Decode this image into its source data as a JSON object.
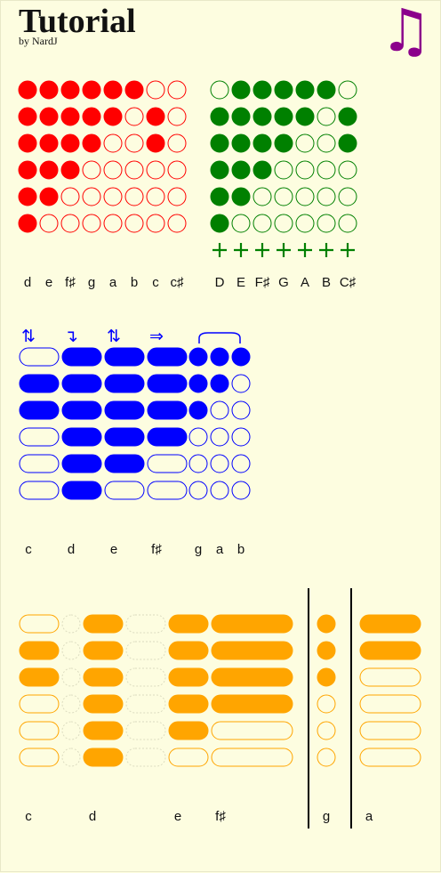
{
  "header": {
    "title": "Tutorial",
    "byline": "by NardJ",
    "icon": "music-notes-icon",
    "icon_glyph": "♫",
    "icon_color": "#8b008b"
  },
  "sections": [
    {
      "id": "red",
      "color": "#ff0000",
      "rows": [
        [
          1,
          1,
          1,
          1,
          1,
          1,
          0,
          0
        ],
        [
          1,
          1,
          1,
          1,
          1,
          0,
          1,
          0
        ],
        [
          1,
          1,
          1,
          1,
          0,
          0,
          1,
          0
        ],
        [
          1,
          1,
          1,
          0,
          0,
          0,
          0,
          0
        ],
        [
          1,
          1,
          0,
          0,
          0,
          0,
          0,
          0
        ],
        [
          1,
          0,
          0,
          0,
          0,
          0,
          0,
          0
        ]
      ],
      "notes": [
        "d",
        "e",
        "f♯",
        "g",
        "a",
        "b",
        "c",
        "c♯"
      ]
    },
    {
      "id": "green",
      "color": "#008000",
      "rows": [
        [
          0,
          1,
          1,
          1,
          1,
          1,
          0
        ],
        [
          1,
          1,
          1,
          1,
          1,
          0,
          1
        ],
        [
          1,
          1,
          1,
          1,
          0,
          0,
          1
        ],
        [
          1,
          1,
          1,
          0,
          0,
          0,
          0
        ],
        [
          1,
          1,
          0,
          0,
          0,
          0,
          0
        ],
        [
          1,
          0,
          0,
          0,
          0,
          0,
          0
        ]
      ],
      "marker": "+",
      "marker_count": 7,
      "notes": [
        "D",
        "E",
        "F♯",
        "G",
        "A",
        "B",
        "C♯"
      ]
    },
    {
      "id": "blue",
      "color": "#0000ff",
      "arrows": [
        "⇅",
        "↴",
        "⇅",
        "⇒"
      ],
      "rows": [
        [
          0,
          1,
          1,
          1,
          1,
          1,
          1
        ],
        [
          1,
          1,
          1,
          1,
          1,
          1,
          0
        ],
        [
          1,
          1,
          1,
          1,
          1,
          0,
          0
        ],
        [
          0,
          1,
          1,
          1,
          0,
          0,
          0
        ],
        [
          0,
          1,
          1,
          0,
          0,
          0,
          0
        ],
        [
          0,
          1,
          0,
          0,
          0,
          0,
          0
        ]
      ],
      "notes": [
        "c",
        "d",
        "e",
        "f♯",
        "g",
        "a",
        "b"
      ]
    },
    {
      "id": "orange",
      "color": "#ffa500",
      "rows_left": [
        [
          0,
          null,
          1,
          null,
          1,
          1
        ],
        [
          1,
          null,
          1,
          null,
          1,
          1
        ],
        [
          1,
          null,
          1,
          null,
          1,
          1
        ],
        [
          0,
          null,
          1,
          null,
          1,
          1
        ],
        [
          0,
          null,
          1,
          null,
          1,
          0
        ],
        [
          0,
          null,
          1,
          null,
          0,
          0
        ]
      ],
      "rows_mid": [
        1,
        1,
        1,
        0,
        0,
        0
      ],
      "rows_right": [
        1,
        1,
        0,
        0,
        0,
        0
      ],
      "notes_left": [
        "c",
        "d",
        "e",
        "f♯"
      ],
      "note_mid": "g",
      "note_right": "a"
    }
  ]
}
